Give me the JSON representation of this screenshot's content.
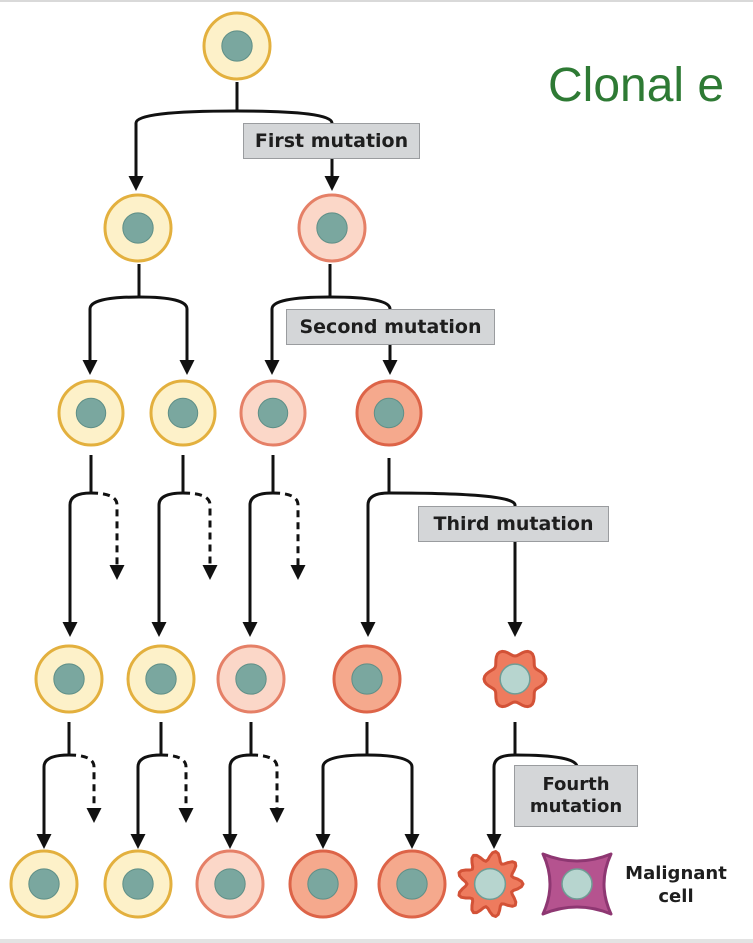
{
  "title": "Clonal e",
  "mutations": {
    "first": "First mutation",
    "second": "Second mutation",
    "third": "Third mutation",
    "fourth": "Fourth mutation"
  },
  "malignant_label": "Malignant cell",
  "colors": {
    "normal_fill": "#fdf1c9",
    "normal_stroke": "#e3b03e",
    "mutant1_fill": "#fbd7c8",
    "mutant1_stroke": "#e58067",
    "mutant2_fill": "#f5a98d",
    "mutant2_stroke": "#dd6448",
    "mutant3_fill": "#ee7b5e",
    "mutant3_stroke": "#d35237",
    "malignant_fill": "#b5538f",
    "malignant_stroke": "#8e3772",
    "nucleus": "#7aa79f",
    "nucleus_light": "#b7d5cf",
    "title_color": "#2e7a34"
  }
}
